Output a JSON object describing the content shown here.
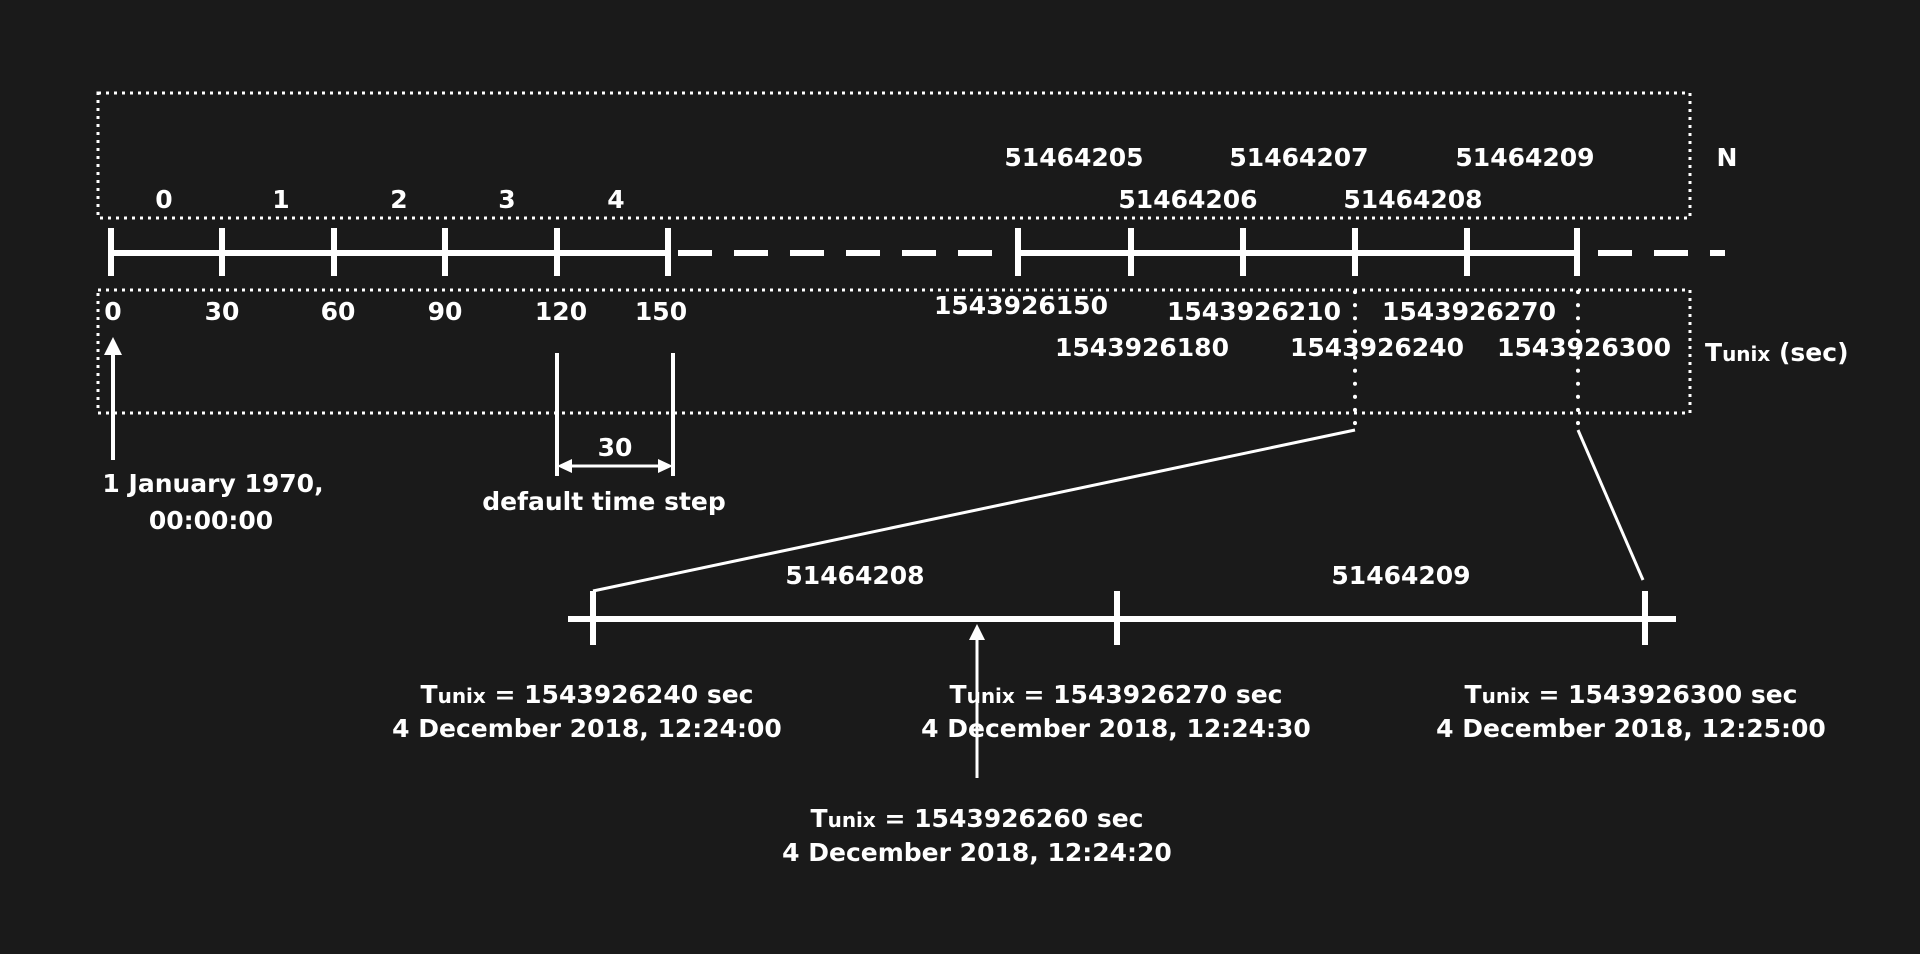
{
  "colors": {
    "background": "#1a1a1a",
    "foreground": "#ffffff"
  },
  "n_axis": {
    "label": "N",
    "low_steps": [
      "0",
      "1",
      "2",
      "3",
      "4"
    ],
    "high_upper": [
      "51464205",
      "51464207",
      "51464209"
    ],
    "high_lower": [
      "51464206",
      "51464208"
    ]
  },
  "time_axis": {
    "label_main": "T",
    "label_sub": "unix",
    "label_unit": " (sec)",
    "low_ticks": [
      "0",
      "30",
      "60",
      "90",
      "120",
      "150"
    ],
    "high_upper": [
      "1543926150",
      "1543926210",
      "1543926270"
    ],
    "high_lower": [
      "1543926180",
      "1543926240",
      "1543926300"
    ]
  },
  "epoch": {
    "line1": "1 January 1970,",
    "line2": "00:00:00"
  },
  "step": {
    "value": "30",
    "label": "default time step"
  },
  "zoom": {
    "steps": [
      "51464208",
      "51464209"
    ],
    "points": [
      {
        "sub": "unix",
        "eq": " = 1543926240 sec",
        "date": "4 December 2018, 12:24:00"
      },
      {
        "sub": "unix",
        "eq": " = 1543926270 sec",
        "date": "4 December 2018, 12:24:30"
      },
      {
        "sub": "unix",
        "eq": " = 1543926300 sec",
        "date": "4 December 2018, 12:25:00"
      }
    ],
    "marker": {
      "sub": "unix",
      "eq": " = 1543926260 sec",
      "date": "4 December 2018, 12:24:20"
    }
  }
}
